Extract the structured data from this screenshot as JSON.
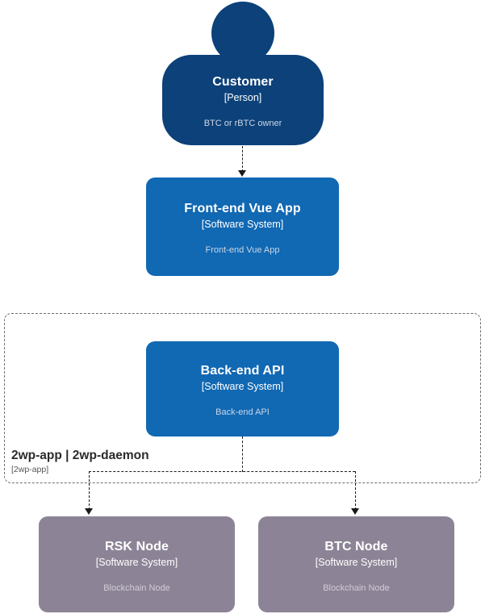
{
  "diagram": {
    "type": "c4-context-diagram",
    "background": "#ffffff",
    "colors": {
      "person": "#0c4179",
      "software_system": "#1168b3",
      "external_node": "#8c8496",
      "connector": "#1a1a1a",
      "boundary": "#6e6e6e",
      "description_text": "#c9d6e5"
    }
  },
  "nodes": {
    "customer": {
      "title": "Customer",
      "type": "[Person]",
      "description": "BTC or rBTC owner",
      "shape": "person",
      "color": "#0c4179"
    },
    "frontend": {
      "title": "Front-end Vue App",
      "type": "[Software System]",
      "description": "Front-end Vue App",
      "shape": "rounded-box",
      "color": "#1168b3"
    },
    "backend": {
      "title": "Back-end API",
      "type": "[Software System]",
      "description": "Back-end API",
      "shape": "rounded-box",
      "color": "#1168b3"
    },
    "rsk_node": {
      "title": "RSK Node",
      "type": "[Software System]",
      "description": "Blockchain Node",
      "shape": "rounded-box",
      "color": "#8c8496"
    },
    "btc_node": {
      "title": "BTC Node",
      "type": "[Software System]",
      "description": "Blockchain Node",
      "shape": "rounded-box",
      "color": "#8c8496"
    }
  },
  "boundary": {
    "title": "2wp-app | 2wp-daemon",
    "type": "[2wp-app]",
    "style": "dashed",
    "contains": [
      "backend"
    ]
  },
  "connections": [
    {
      "from": "customer",
      "to": "frontend",
      "style": "dashed",
      "arrow": "down"
    },
    {
      "from": "backend",
      "to": "rsk_node",
      "style": "dashed",
      "arrow": "down"
    },
    {
      "from": "backend",
      "to": "btc_node",
      "style": "dashed",
      "arrow": "down"
    }
  ]
}
